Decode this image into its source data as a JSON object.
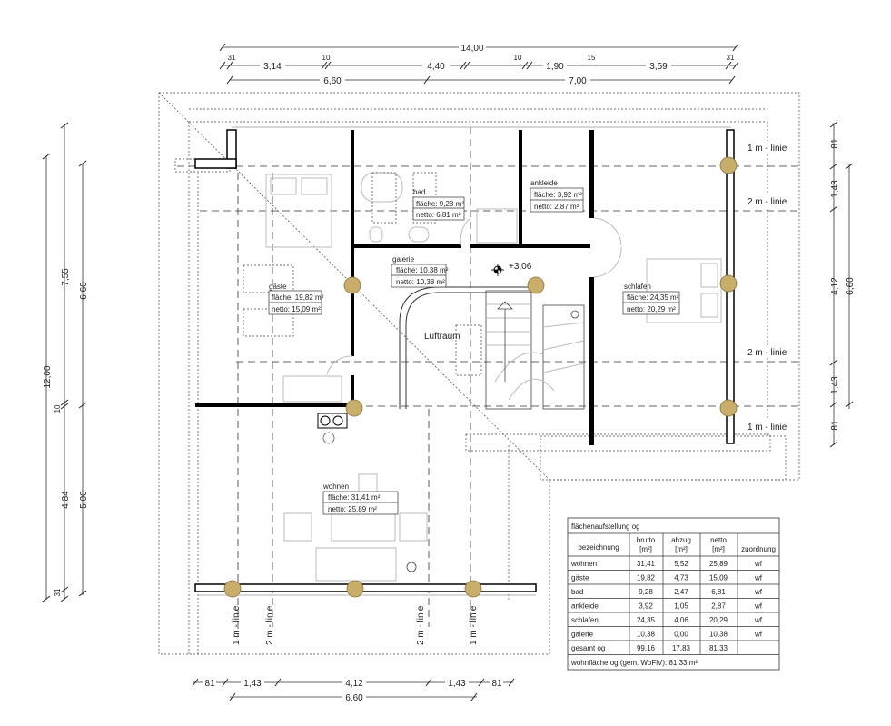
{
  "dimensions": {
    "top": {
      "total": "14,00",
      "row2": [
        "31",
        "3,14",
        "10",
        "4,40",
        "10",
        "1,90",
        "15",
        "3,59",
        "31"
      ],
      "row3": [
        "6,60",
        "7,00"
      ]
    },
    "left": {
      "total": "12,00",
      "row2": [
        "7,55",
        "10",
        "4,84",
        "31"
      ],
      "row3": [
        "6,60",
        "5,00"
      ]
    },
    "right": {
      "row1": [
        "81",
        "1,43",
        "4,12",
        "1,43",
        "81"
      ],
      "row2": "6,60"
    },
    "bottom": {
      "row1": [
        "81",
        "1,43",
        "4,12",
        "1,43",
        "81"
      ],
      "row2": "6,60"
    }
  },
  "height_lines": {
    "one_m": "1 m - linie",
    "two_m": "2 m - linie"
  },
  "level_marker": "+3,06",
  "rooms": {
    "gaeste": {
      "name": "gäste",
      "flaeche": "fläche: 19,82 m²",
      "netto": "netto: 15,09 m²"
    },
    "bad": {
      "name": "bad",
      "flaeche": "fläche: 9,28 m²",
      "netto": "netto: 6,81 m²"
    },
    "ankleide": {
      "name": "ankleide",
      "flaeche": "fläche: 3,92 m²",
      "netto": "netto: 2,87 m²"
    },
    "galerie": {
      "name": "galerie",
      "flaeche": "fläche: 10,38 m²",
      "netto": "netto: 10,38 m²"
    },
    "schlafen": {
      "name": "schlafen",
      "flaeche": "fläche: 24,35 m²",
      "netto": "netto: 20,29 m²"
    },
    "wohnen": {
      "name": "wohnen",
      "flaeche": "fläche: 31,41 m²",
      "netto": "netto: 25,89 m²"
    },
    "luftraum": {
      "name": "Luftraum"
    }
  },
  "table": {
    "title": "flächenaufstellung og",
    "headers": [
      [
        "bezeichnung",
        ""
      ],
      [
        "brutto",
        "[m²]"
      ],
      [
        "abzug",
        "[m²]"
      ],
      [
        "netto",
        "[m²]"
      ],
      [
        "zuordnung",
        ""
      ]
    ],
    "rows": [
      [
        "wohnen",
        "31,41",
        "5,52",
        "25,89",
        "wf"
      ],
      [
        "gäste",
        "19,82",
        "4,73",
        "15,09",
        "wf"
      ],
      [
        "bad",
        "9,28",
        "2,47",
        "6,81",
        "wf"
      ],
      [
        "ankleide",
        "3,92",
        "1,05",
        "2,87",
        "wf"
      ],
      [
        "schlafen",
        "24,35",
        "4,06",
        "20,29",
        "wf"
      ],
      [
        "galerie",
        "10,38",
        "0,00",
        "10,38",
        "wf"
      ],
      [
        "gesamt og",
        "99,16",
        "17,83",
        "81,33",
        ""
      ]
    ],
    "footer": "wohnfläche og (gem. WoFlV):  81,33 m²"
  }
}
